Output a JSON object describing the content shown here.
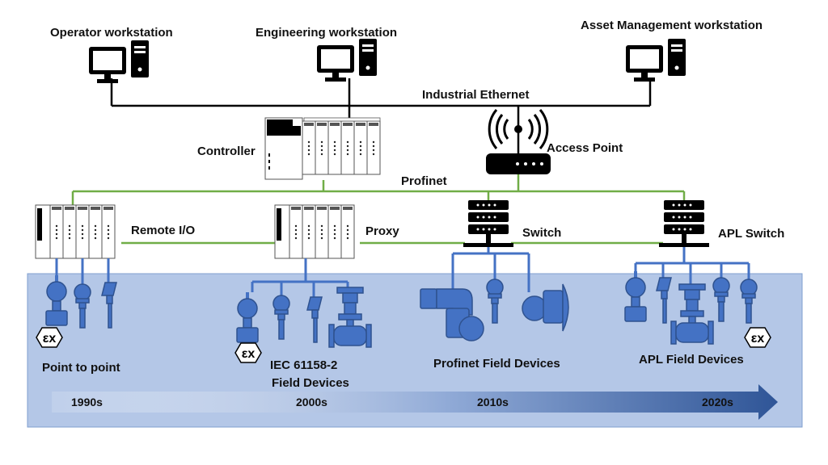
{
  "workstations": {
    "operator": "Operator workstation",
    "engineering": "Engineering workstation",
    "asset": "Asset Management workstation"
  },
  "networks": {
    "industrial_ethernet": "Industrial Ethernet",
    "profinet": "Profinet"
  },
  "devices": {
    "controller": "Controller",
    "access_point": "Access Point",
    "remote_io": "Remote I/O",
    "proxy": "Proxy",
    "switch": "Switch",
    "apl_switch": "APL Switch"
  },
  "field_groups": {
    "point_to_point": "Point to point",
    "iec_line1": "IEC 61158-2",
    "iec_line2": "Field Devices",
    "profinet_field": "Profinet Field Devices",
    "apl_field": "APL Field Devices"
  },
  "ex_mark": "εx",
  "timeline": [
    "1990s",
    "2000s",
    "2010s",
    "2020s"
  ],
  "colors": {
    "panel_fill": "#b4c7e7",
    "panel_border": "#7f9fcf",
    "device_blue": "#4472c4",
    "device_stroke": "#2f528f",
    "profinet_green": "#70ad47",
    "ethernet_black": "#000000",
    "arrow_dark": "#2f5597"
  }
}
